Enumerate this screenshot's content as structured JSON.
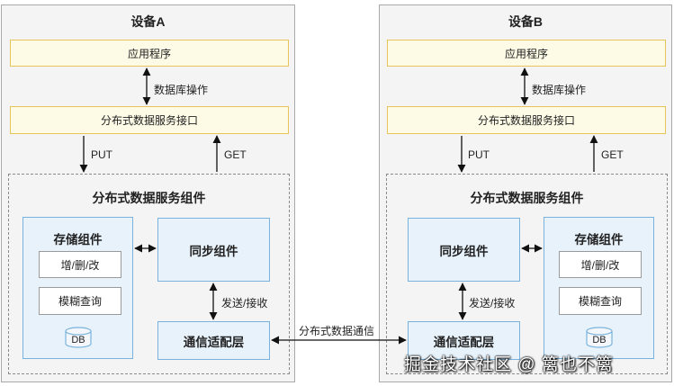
{
  "device_a": {
    "title": "设备A",
    "app": "应用程序",
    "db_op_label": "数据库操作",
    "service_interface": "分布式数据服务接口",
    "put_label": "PUT",
    "get_label": "GET",
    "component_title": "分布式数据服务组件",
    "storage_title": "存储组件",
    "crud": "增/删/改",
    "fuzzy_query": "模糊查询",
    "db": "DB",
    "sync": "同步组件",
    "send_recv_label": "发送/接收",
    "comm_adapter": "通信适配层"
  },
  "device_b": {
    "title": "设备B",
    "app": "应用程序",
    "db_op_label": "数据库操作",
    "service_interface": "分布式数据服务接口",
    "put_label": "PUT",
    "get_label": "GET",
    "component_title": "分布式数据服务组件",
    "storage_title": "存储组件",
    "crud": "增/删/改",
    "fuzzy_query": "模糊查询",
    "db": "DB",
    "sync": "同步组件",
    "send_recv_label": "发送/接收",
    "comm_adapter": "通信适配层"
  },
  "link_label": "分布式数据通信",
  "watermark": "掘金技术社区 @ 篱也不篱",
  "colors": {
    "device_bg": "#f4f4f4",
    "app_fill": "#fdfbe6",
    "app_border": "#e8c35a",
    "component_fill": "#e7f2fb",
    "component_border": "#79b3dd"
  }
}
